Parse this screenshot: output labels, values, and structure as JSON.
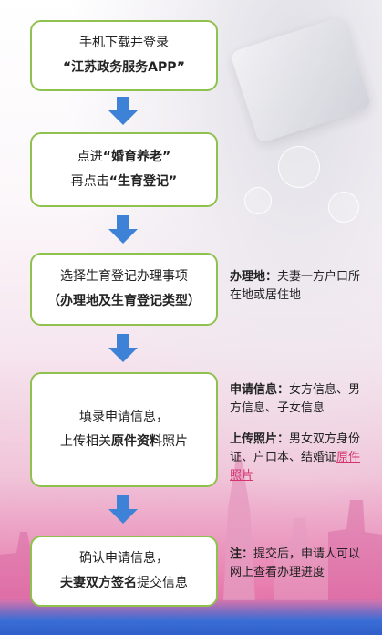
{
  "steps": [
    {
      "line1": "手机下载并登录",
      "line2": "“江苏政务服务APP”"
    },
    {
      "line1_prefix": "点进",
      "line1_bold": "“婚育养老”",
      "line2_prefix": "再点击",
      "line2_bold": "“生育登记”"
    },
    {
      "line1": "选择生育登记办理事项",
      "line2": "（办理地及生育登记类型）"
    },
    {
      "line1": "填录申请信息，",
      "line2_prefix": "上传相关",
      "line2_bold": "原件资料",
      "line2_suffix": "照片"
    },
    {
      "line1": "确认申请信息，",
      "line2_bold": "夫妻双方签名",
      "line2_suffix": "提交信息"
    }
  ],
  "notes": {
    "location": {
      "label": "办理地：",
      "text": "夫妻一方户口所在地或居住地"
    },
    "apply_info": {
      "label": "申请信息：",
      "text": "女方信息、男方信息、子女信息"
    },
    "upload_photo": {
      "label": "上传照片：",
      "text": "男女双方身份证、户口本、结婚证",
      "link": "原件照片"
    },
    "remark": {
      "label": "注：",
      "text": "提交后，申请人可以网上查看办理进度"
    }
  },
  "colors": {
    "border": "#8fc14e",
    "arrow": "#3d82d6",
    "link": "#d6336c"
  }
}
